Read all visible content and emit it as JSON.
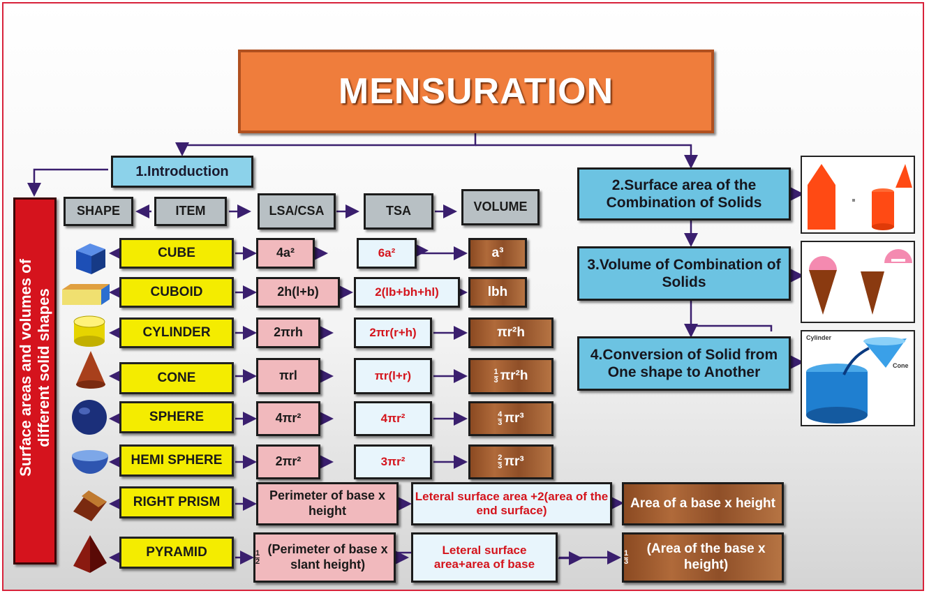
{
  "title": "MENSURATION",
  "side_label": {
    "line1": "Surface areas and volumes of",
    "line2": "different solid shapes"
  },
  "sections": {
    "intro": "1.Introduction",
    "surface_combo": "2.Surface area of the Combination of Solids",
    "volume_combo": "3.Volume of Combination of Solids",
    "conversion": "4.Conversion of Solid from One shape to Another"
  },
  "headers": {
    "shape": "SHAPE",
    "item": "ITEM",
    "lsa": "LSA/CSA",
    "tsa": "TSA",
    "volume": "VOLUME"
  },
  "rows": [
    {
      "item": "CUBE",
      "lsa": "4a²",
      "tsa": "6a²",
      "volume": "a³"
    },
    {
      "item": "CUBOID",
      "lsa": "2h(l+b)",
      "tsa": "2(lb+bh+hl)",
      "volume": "lbh"
    },
    {
      "item": "CYLINDER",
      "lsa": "2πrh",
      "tsa": "2πr(r+h)",
      "volume": "πr²h"
    },
    {
      "item": "CONE",
      "lsa": "πrl",
      "tsa": "πr(l+r)",
      "volume_frac": "1/3",
      "volume": "πr²h"
    },
    {
      "item": "SPHERE",
      "lsa": "4πr²",
      "tsa": "4πr²",
      "volume_frac": "4/3",
      "volume": "πr³"
    },
    {
      "item": "HEMI SPHERE",
      "lsa": "2πr²",
      "tsa": "3πr²",
      "volume_frac": "2/3",
      "volume": "πr³"
    },
    {
      "item": "RIGHT PRISM",
      "lsa": "Perimeter of base x height",
      "tsa": "Leteral surface area +2(area of the end surface)",
      "volume": "Area of a base x height"
    },
    {
      "item": "PYRAMID",
      "lsa_frac": "1/2",
      "lsa": "(Perimeter of base x slant height)",
      "tsa": "Leteral surface area+area of base",
      "volume_frac": "1/3",
      "volume": "(Area of the base x height)"
    }
  ],
  "image_labels": {
    "cylinder": "Cylinder",
    "cone": "Cone"
  },
  "colors": {
    "title": "#ef7d3c",
    "section": "#8cd2ea",
    "item": "#f4ec00",
    "lsa": "#f1b9bd",
    "tsa": "#e8f5fc",
    "volume": "#9c5a30",
    "side": "#d5131d",
    "arrow": "#3a1f6e"
  },
  "icons": [
    "cube-icon",
    "cuboid-icon",
    "cylinder-icon",
    "cone-icon",
    "sphere-icon",
    "hemisphere-icon",
    "prism-icon",
    "pyramid-icon"
  ]
}
